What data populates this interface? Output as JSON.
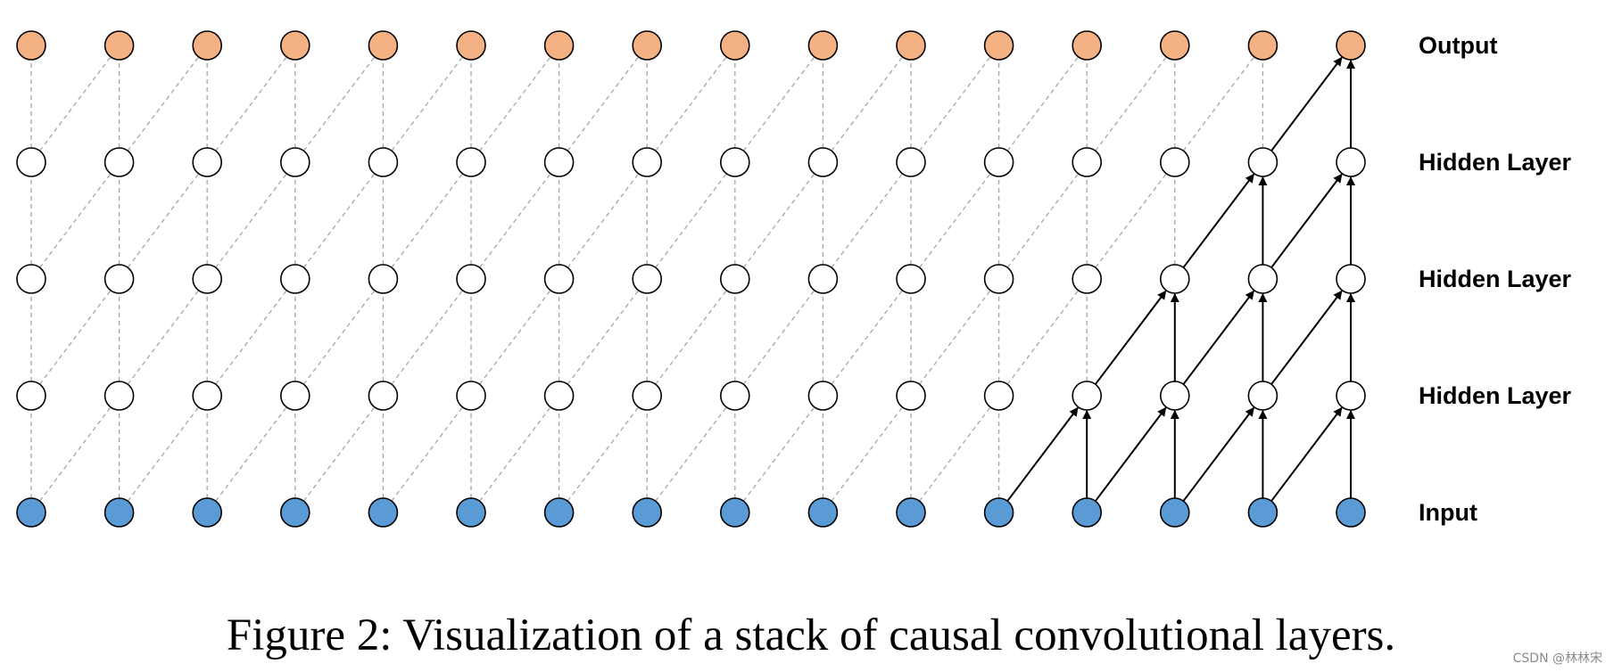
{
  "layers": [
    {
      "label": "Output",
      "kind": "output"
    },
    {
      "label": "Hidden Layer",
      "kind": "hidden"
    },
    {
      "label": "Hidden Layer",
      "kind": "hidden"
    },
    {
      "label": "Hidden Layer",
      "kind": "hidden"
    },
    {
      "label": "Input",
      "kind": "input"
    }
  ],
  "nodes_per_layer": 16,
  "colors": {
    "output": "#f4b183",
    "hidden": "#ffffff",
    "input": "#5b9bd5",
    "node_stroke": "#000000",
    "active_edge": "#000000",
    "inactive_edge": "#a6a6a6"
  },
  "caption": "Figure 2: Visualization of a stack of causal convolutional layers.",
  "watermark": "CSDN @林林宋"
}
